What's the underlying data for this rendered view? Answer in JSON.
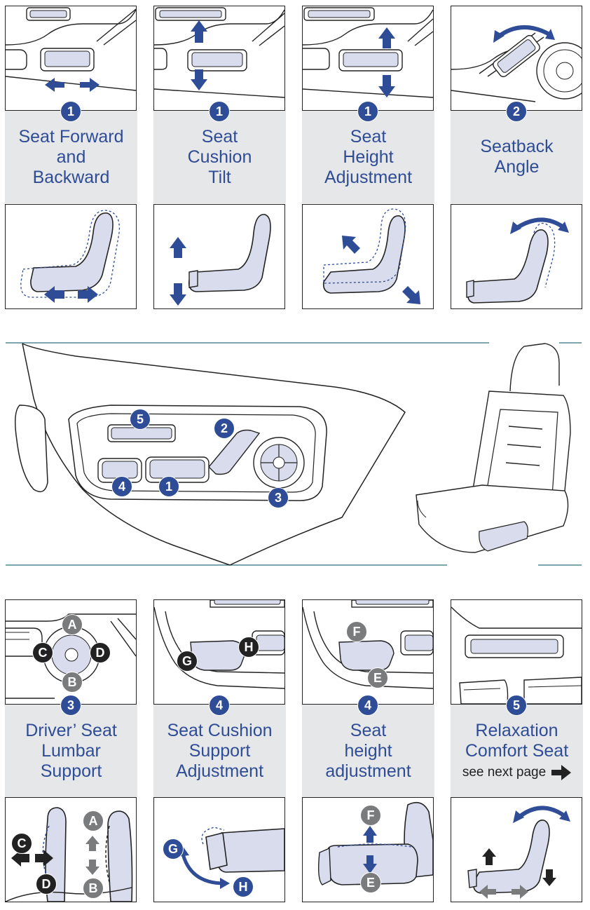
{
  "colors": {
    "accent": "#2f4c96",
    "panel": "#e6e7e9",
    "seat_fill": "#d9dced",
    "dark": "#222222",
    "gray_badge": "#7a7b7d"
  },
  "top_row": [
    {
      "badge": "1",
      "lines": [
        "Seat Forward",
        "and",
        "Backward"
      ]
    },
    {
      "badge": "1",
      "lines": [
        "Seat",
        "Cushion",
        "Tilt"
      ]
    },
    {
      "badge": "1",
      "lines": [
        "Seat",
        "Height",
        "Adjustment"
      ]
    },
    {
      "badge": "2",
      "lines": [
        "Seatback",
        "Angle"
      ]
    }
  ],
  "center": {
    "badges": [
      "5",
      "2",
      "4",
      "1",
      "3"
    ]
  },
  "bottom_row": [
    {
      "badge": "3",
      "lines": [
        "Driver’ Seat",
        "Lumbar",
        "Support"
      ],
      "markers": [
        "A",
        "C",
        "D",
        "B"
      ],
      "seat_markers": [
        "C",
        "D",
        "A",
        "B"
      ]
    },
    {
      "badge": "4",
      "lines": [
        "Seat Cushion",
        "Support",
        "Adjustment"
      ],
      "markers": [
        "G",
        "H"
      ],
      "seat_markers": [
        "G",
        "H"
      ]
    },
    {
      "badge": "4",
      "lines": [
        "Seat",
        "height",
        "adjustment"
      ],
      "markers": [
        "F",
        "E"
      ],
      "seat_markers": [
        "F",
        "E"
      ]
    },
    {
      "badge": "5",
      "lines": [
        "Relaxation",
        "Comfort Seat"
      ],
      "note": "see next page",
      "note_icon": "arrow-right-icon"
    }
  ]
}
